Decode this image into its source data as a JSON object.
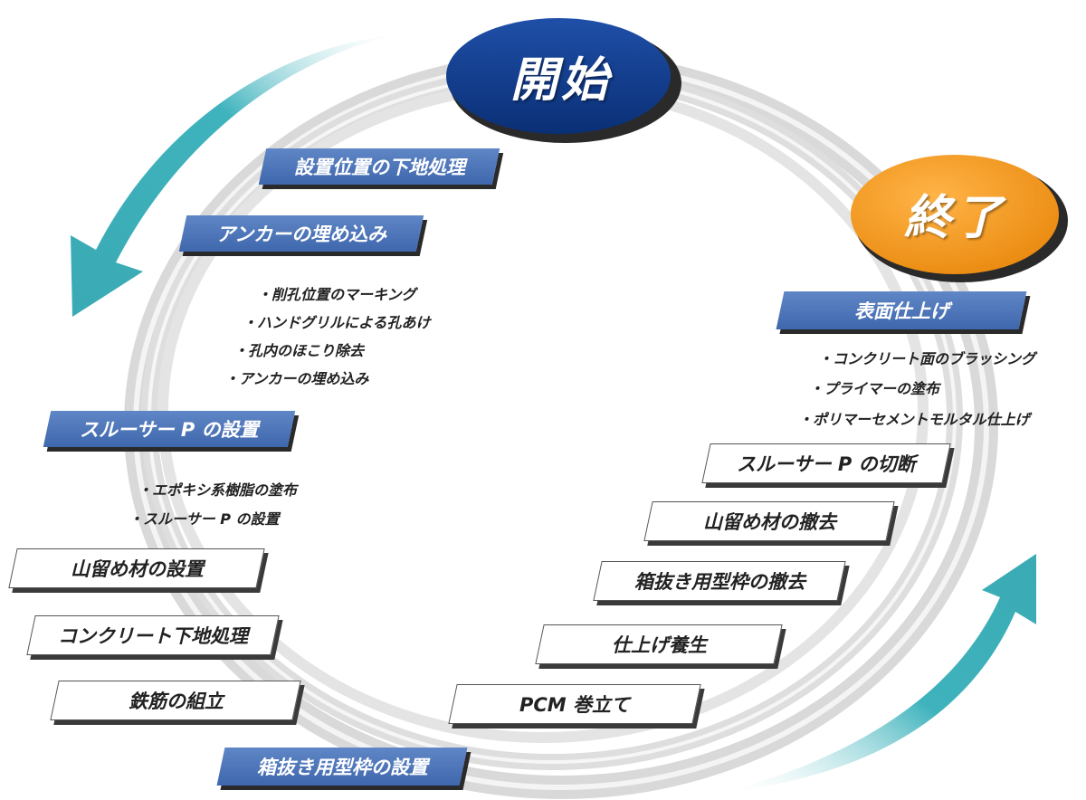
{
  "start_label": "開始",
  "end_label": "終了",
  "left_steps": {
    "ground_treatment": "設置位置の下地処理",
    "anchor_embed": "アンカーの埋め込み",
    "anchor_notes": [
      "・削孔位置のマーキング",
      "・ハンドグリルによる孔あけ",
      "・孔内のほこり除去",
      "・アンカーの埋め込み"
    ],
    "sleeve_install": "スルーサー P の設置",
    "sleeve_notes": [
      "・エポキシ系樹脂の塗布",
      "・スルーサー P の設置"
    ],
    "retaining_install": "山留め材の設置",
    "concrete_ground": "コンクリート下地処理",
    "rebar": "鉄筋の組立",
    "formwork_install": "箱抜き用型枠の設置"
  },
  "right_steps": {
    "surface_finish": "表面仕上げ",
    "surface_notes": [
      "・コンクリート面のブラッシング",
      "・プライマーの塗布",
      "・ポリマーセメントモルタル仕上げ"
    ],
    "sleeve_cut": "スルーサー P の切断",
    "retaining_remove": "山留め材の撤去",
    "formwork_remove": "箱抜き用型枠の撤去",
    "curing": "仕上げ養生",
    "pcm": "PCM 巻立て"
  },
  "colors": {
    "start": "#0d3a8c",
    "end": "#f39a1e",
    "blue_box": "#4a72b8",
    "arrow": "#3fb3bd"
  }
}
